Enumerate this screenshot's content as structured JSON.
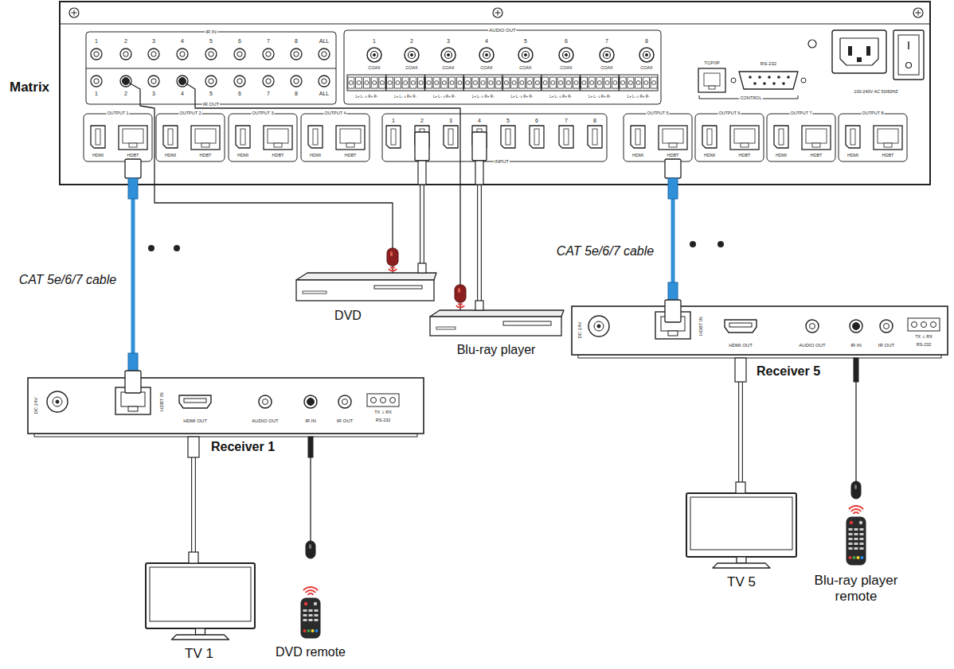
{
  "diagram": {
    "nodes": [
      {
        "text": [
          "Matrix"
        ]
      },
      {
        "text": [
          "DVD"
        ]
      },
      {
        "text": [
          "Receiver 5"
        ]
      },
      {
        "text": [
          "Blu-ray player"
        ]
      },
      {
        "text": [
          "Receiver 1"
        ]
      },
      {
        "text": [
          "TV 5"
        ]
      },
      {
        "text": [
          "Blu-ray player remote"
        ]
      },
      {
        "text": [
          "TV 1"
        ]
      },
      {
        "text": [
          "DVD remote"
        ]
      }
    ],
    "edges": [
      {
        "from": 0,
        "to": 4,
        "label": "CAT 5e/6/7 cable",
        "arrow": "none"
      },
      {
        "from": 0,
        "to": 2,
        "label": "CAT 5e/6/7 cable",
        "arrow": "none"
      },
      {
        "from": 1,
        "to": 0,
        "arrow": "none"
      },
      {
        "from": 3,
        "to": 0,
        "arrow": "none"
      },
      {
        "from": 0,
        "to": 1,
        "arrow": "none"
      },
      {
        "from": 0,
        "to": 3,
        "arrow": "none"
      },
      {
        "from": 4,
        "to": 7,
        "arrow": "none"
      },
      {
        "from": 2,
        "to": 5,
        "arrow": "none"
      },
      {
        "from": 4,
        "to": 8,
        "arrow": "none"
      },
      {
        "from": 2,
        "to": 6,
        "arrow": "none"
      }
    ],
    "labels": [
      "IR IN",
      "1",
      "2",
      "3",
      "4",
      "5",
      "6",
      "7",
      "8",
      "ALL",
      "1",
      "2",
      "3",
      "4",
      "5",
      "6",
      "7",
      "8",
      "ALL",
      "IR OUT",
      "AUDIO OUT",
      "1",
      "2",
      "3",
      "4",
      "5",
      "6",
      "7",
      "8",
      "COAX",
      "COAX",
      "COAX",
      "COAX",
      "COAX",
      "COAX",
      "COAX",
      "COAX",
      "L+ L- ⏚ R+ R-",
      "L+ L- ⏚ R+ R-",
      "L+ L- ⏚ R+ R-",
      "L+ L- ⏚ R+ R-",
      "L+ L- ⏚ R+ R-",
      "L+ L- ⏚ R+ R-",
      "L+ L- ⏚ R+ R-",
      "L+ L- ⏚ R+ R-",
      "TCP/IP",
      "RS-232",
      "CONTROL",
      "100-240V AC 50/60HZ",
      "OUTPUT 1",
      "HDMI",
      "HDBT",
      "OUTPUT 2",
      "HDMI",
      "HDBT",
      "OUTPUT 3",
      "HDMI",
      "HDBT",
      "OUTPUT 4",
      "HDMI",
      "HDBT",
      "1",
      "2",
      "3",
      "4",
      "5",
      "6",
      "7",
      "8",
      "INPUT",
      "OUTPUT 5",
      "HDMI",
      "HDBT",
      "OUTPUT 6",
      "HDMI",
      "HDBT",
      "OUTPUT 7",
      "HDMI",
      "HDBT",
      "OUTPUT 8",
      "HDMI",
      "HDBT",
      "DC 24V",
      "HDBT IN",
      "HDMI OUT",
      "AUDIO OUT",
      "IR IN",
      "IR OUT",
      "TX ⏚ RX",
      "RS-232",
      "DC 24V",
      "HDBT IN",
      "HDMI OUT",
      "AUDIO OUT",
      "IR IN",
      "IR OUT",
      "TX ⏚ RX",
      "RS-232"
    ]
  }
}
